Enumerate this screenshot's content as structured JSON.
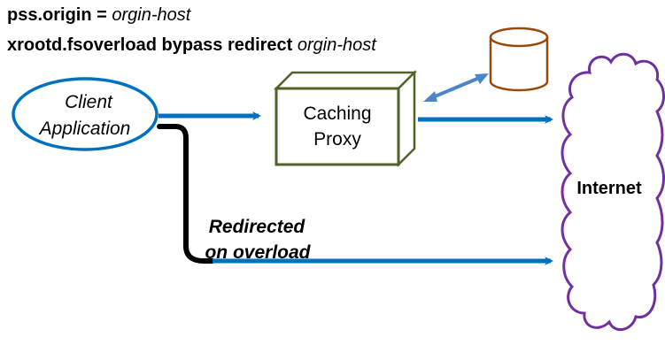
{
  "config": {
    "line1": {
      "directive": "pss.origin =",
      "value": "orgin-host"
    },
    "line2": {
      "directive": "xrootd.fsoverload bypass redirect",
      "value": "orgin-host"
    }
  },
  "client": {
    "line1": "Client",
    "line2": "Application"
  },
  "proxy": {
    "line1": "Caching",
    "line2": "Proxy"
  },
  "redirect_label": {
    "line1": "Redirected",
    "line2": "on overload"
  },
  "internet": {
    "label": "Internet"
  },
  "colors": {
    "arrow": "#0070C0",
    "redirect_line": "#000000",
    "client_ellipse": "#0070C0",
    "proxy_box": "#4F6228",
    "cylinder": "#984807",
    "cloud": "#7030A0",
    "link": "#4A86C8"
  }
}
